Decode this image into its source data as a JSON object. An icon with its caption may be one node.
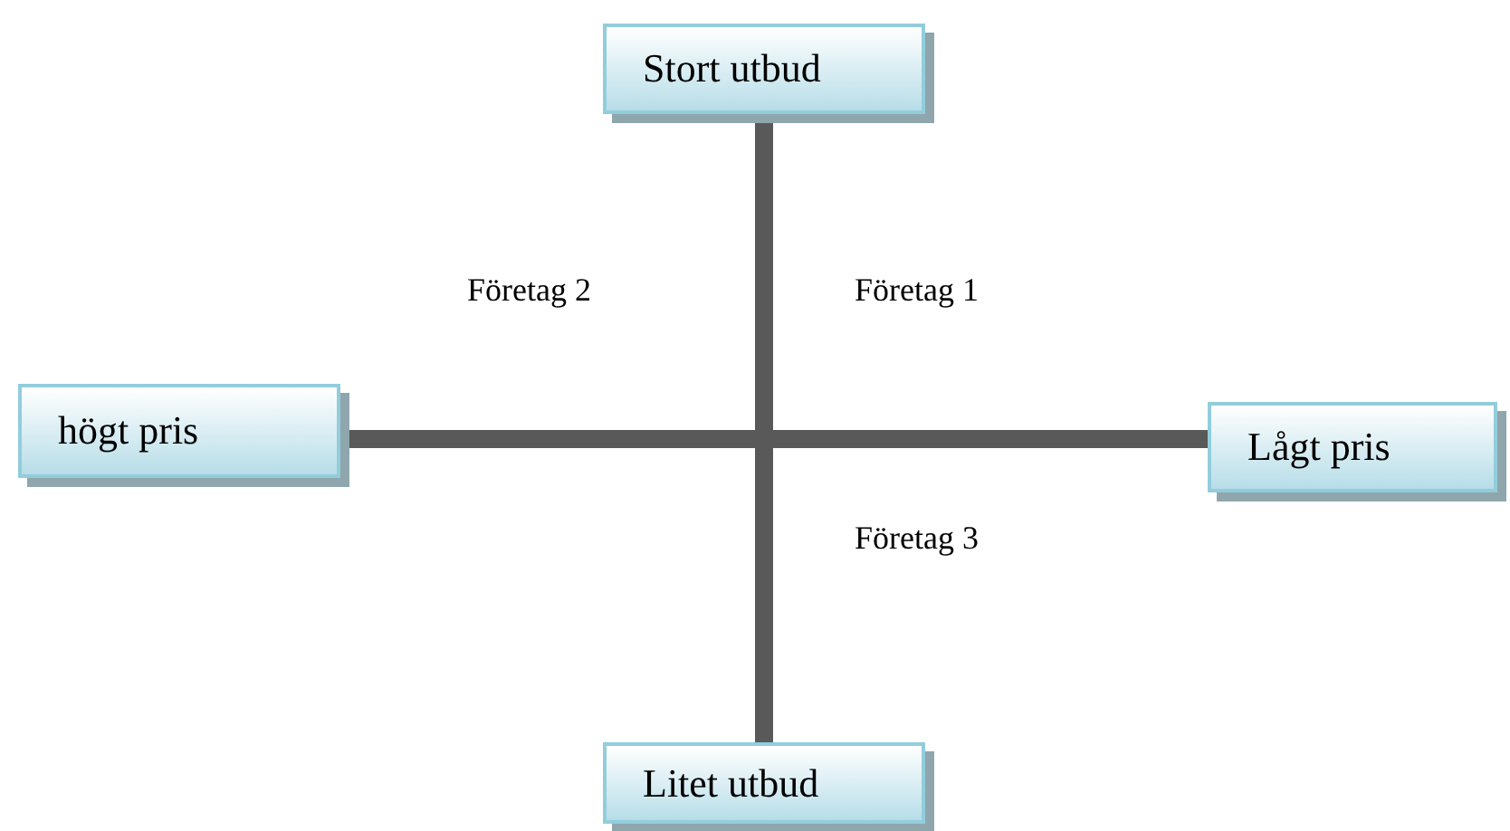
{
  "diagram": {
    "nodes": [
      {
        "text": [
          "Stort utbud"
        ]
      },
      {
        "text": [
          "högt pris"
        ]
      },
      {
        "text": [
          "Lågt pris"
        ]
      },
      {
        "text": [
          "Litet utbud"
        ]
      }
    ],
    "edges": [
      {
        "from": 0,
        "to": 3,
        "arrow": "none"
      },
      {
        "from": 1,
        "to": 2,
        "arrow": "none"
      }
    ],
    "labels": [
      "Företag 2",
      "Företag 1",
      "Företag 3"
    ]
  }
}
